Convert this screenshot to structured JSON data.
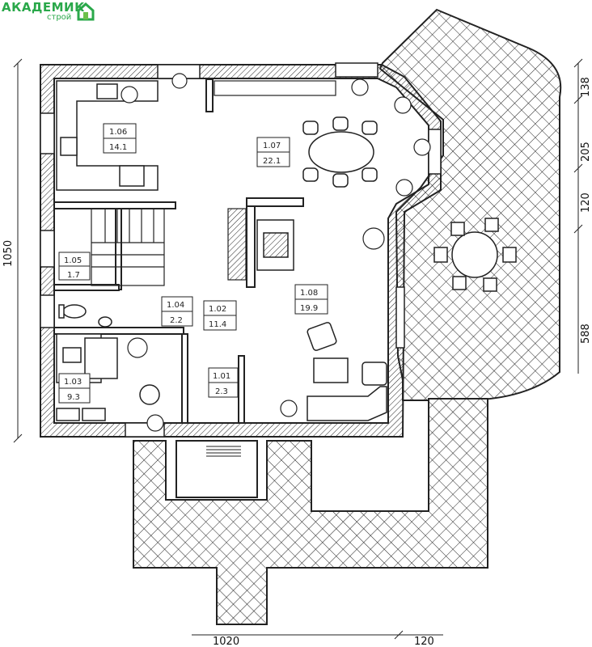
{
  "logo": {
    "main": "АКАДЕМИК",
    "sub": "строй"
  },
  "rooms": [
    {
      "id": "1.01",
      "area": "2.3"
    },
    {
      "id": "1.02",
      "area": "11.4"
    },
    {
      "id": "1.03",
      "area": "9.3"
    },
    {
      "id": "1.04",
      "area": "2.2"
    },
    {
      "id": "1.05",
      "area": "1.7"
    },
    {
      "id": "1.06",
      "area": "14.1"
    },
    {
      "id": "1.07",
      "area": "22.1"
    },
    {
      "id": "1.08",
      "area": "19.9"
    }
  ],
  "dimensions": {
    "left_height": "1050",
    "bottom_width": "1020",
    "bottom_extra": "120",
    "right_segments": [
      "138",
      "205",
      "120",
      "588"
    ]
  }
}
